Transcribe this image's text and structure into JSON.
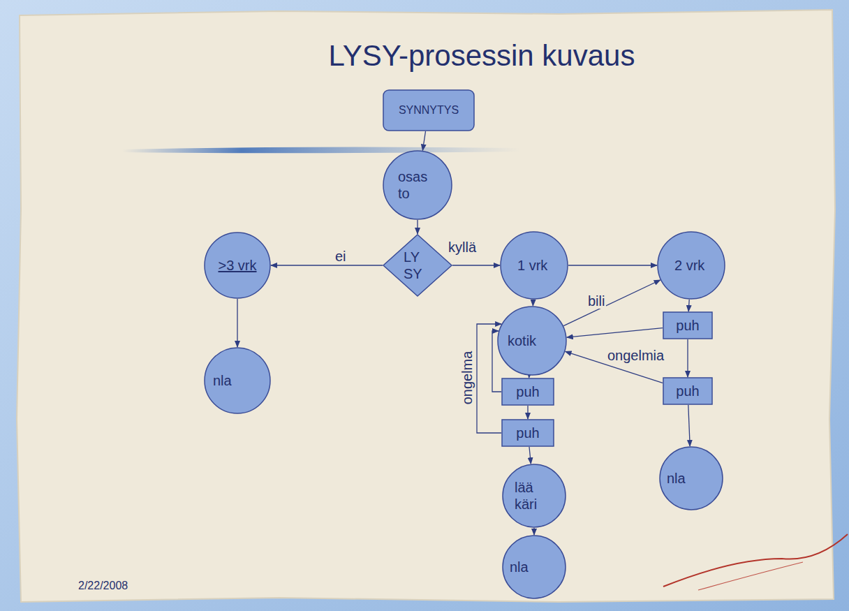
{
  "diagram": {
    "title": "LYSY-prosessin kuvaus",
    "nodes": [
      {
        "text": [
          "SYNNYTYS"
        ]
      },
      {
        "text": [
          "osas to"
        ]
      },
      {
        "text": [
          "LY SY"
        ]
      },
      {
        "text": [
          ">3 vrk"
        ]
      },
      {
        "text": [
          "1 vrk"
        ]
      },
      {
        "text": [
          "2 vrk"
        ]
      },
      {
        "text": [
          "kotik"
        ]
      },
      {
        "text": [
          "puh"
        ]
      },
      {
        "text": [
          "puh"
        ]
      },
      {
        "text": [
          "puh"
        ]
      },
      {
        "text": [
          "nla"
        ]
      },
      {
        "text": [
          "puh"
        ]
      },
      {
        "text": [
          "lää käri"
        ]
      },
      {
        "text": [
          "nla"
        ]
      },
      {
        "text": [
          "nla"
        ]
      }
    ],
    "edges": [
      {
        "from": 0,
        "to": 1,
        "arrow": "to"
      },
      {
        "from": 1,
        "to": 2,
        "arrow": "to"
      },
      {
        "from": 2,
        "to": 3,
        "label": "ei",
        "arrow": "to"
      },
      {
        "from": 2,
        "to": 4,
        "label": "kyllä",
        "arrow": "to"
      },
      {
        "from": 3,
        "to": 10,
        "arrow": "to"
      },
      {
        "from": 4,
        "to": 5,
        "arrow": "to"
      },
      {
        "from": 4,
        "to": 6,
        "arrow": "to"
      },
      {
        "from": 6,
        "to": 5,
        "label": "bili",
        "arrow": "to"
      },
      {
        "from": 5,
        "to": 7,
        "arrow": "to"
      },
      {
        "from": 7,
        "to": 6,
        "arrow": "to"
      },
      {
        "from": 7,
        "to": 9,
        "arrow": "to"
      },
      {
        "from": 9,
        "to": 6,
        "label": "ongelmia",
        "arrow": "to"
      },
      {
        "from": 9,
        "to": 13,
        "arrow": "to"
      },
      {
        "from": 6,
        "to": 8,
        "arrow": "to"
      },
      {
        "from": 8,
        "to": 6,
        "arrow": "to"
      },
      {
        "from": 8,
        "to": 11,
        "arrow": "to"
      },
      {
        "from": 11,
        "to": 6,
        "label": "ongelma",
        "arrow": "to"
      },
      {
        "from": 11,
        "to": 12,
        "arrow": "to"
      },
      {
        "from": 12,
        "to": 14,
        "arrow": "to"
      }
    ],
    "labels": [
      "2/22/2008"
    ]
  }
}
